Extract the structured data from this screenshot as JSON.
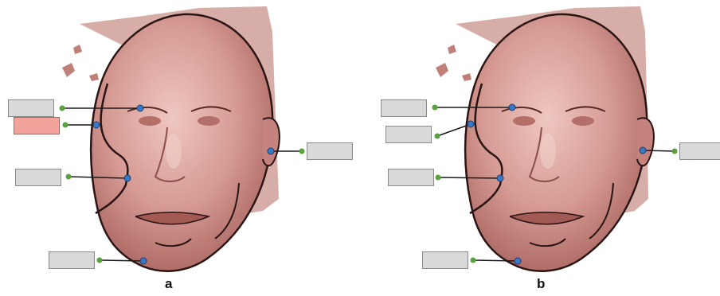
{
  "panels": [
    {
      "id": "a",
      "label": "a",
      "selected_box_index": 1
    },
    {
      "id": "b",
      "label": "b",
      "selected_box_index": -1
    }
  ],
  "colors": {
    "face_fill": "#c98a84",
    "face_highlight": "#efc7c0",
    "contour_line": "#2a1414",
    "landmark_dot": "#3b78c4",
    "connector_dot": "#5aa03c",
    "box_fill": "#d9d9d9",
    "box_selected_fill": "#f4a29c"
  }
}
